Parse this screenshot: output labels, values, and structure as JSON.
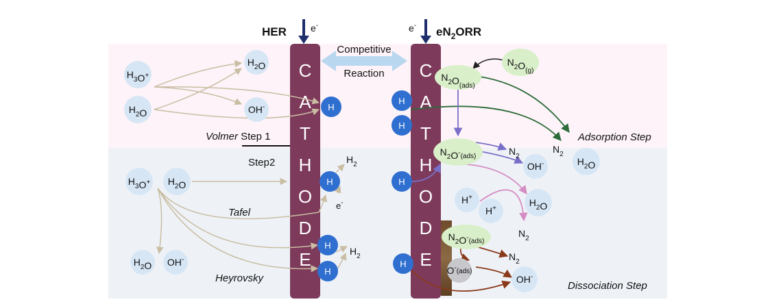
{
  "header": {
    "her_label": "HER",
    "enorr_label": "eN",
    "enorr_sub": "2",
    "enorr_suffix": "ORR",
    "electron_base": "e",
    "electron_sup": "-"
  },
  "middle": {
    "competitive_line1": "Competitive",
    "competitive_line2": "Reaction"
  },
  "cathode_letters": [
    "C",
    "A",
    "T",
    "H",
    "O",
    "D",
    "E"
  ],
  "her": {
    "h3o_1": "H3O+",
    "h2o_1": "H2O",
    "h2o_top": "H2O",
    "oh_top": "OH-",
    "h_atom": "H",
    "volmer_italic": "Volmer",
    "volmer_rest": " Step 1",
    "step2": "Step2",
    "h3o_2": "H3O+",
    "h2o_2": "H2O",
    "h2_product_1": "H2",
    "electron_small": "e-",
    "tafel": "Tafel",
    "h2_product_2": "H2",
    "h2o_bottom": "H2O",
    "oh_bottom": "OH-",
    "heyrovsky": "Heyrovsky"
  },
  "n2orr": {
    "n2o_gas": "N2O(g)",
    "n2o_ads": "N2O(ads)",
    "n2o_minus_ads": "N2O-(ads)",
    "n2_1": "N2",
    "oh_1": "OH-",
    "n2_adsorption": "N2",
    "h2o_adsorption": "H2O",
    "h_plus_1": "H+",
    "h_plus_2": "H+",
    "h2o_mid": "H2O",
    "n2_2": "N2",
    "n2o_minus_ads_2": "N2O-(ads)",
    "n2_3": "N2",
    "o_minus_ads": "O-(ads)",
    "oh_2": "OH-",
    "adsorption_step": "Adsorption Step",
    "dissociation_step": "Dissociation Step",
    "h_atom": "H"
  },
  "colors": {
    "cathode": "#7d3a5b",
    "h_atom": "#2f6fd0",
    "molecule_bubble": "#d7e6f5",
    "ads_bubble": "#d9efc9",
    "arrow_tan": "#c9bda2",
    "arrow_green": "#2d6b3a",
    "arrow_purple": "#7a6fc8",
    "arrow_pink": "#d58cc3",
    "arrow_brown": "#8a3a1a",
    "arrow_dark": "#222222",
    "electron_arrow": "#1f2f6b",
    "double_arrow": "#b9d7ef"
  }
}
